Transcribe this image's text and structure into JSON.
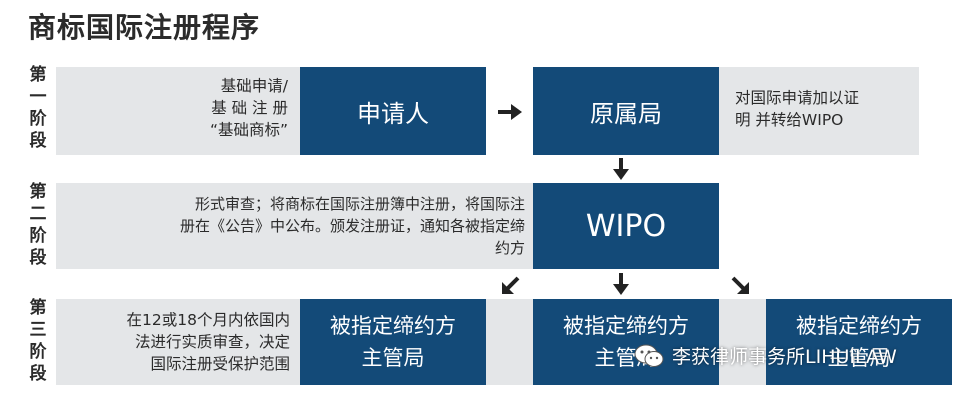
{
  "title": "商标国际注册程序",
  "stages": {
    "s1": [
      "第",
      "一",
      "阶",
      "段"
    ],
    "s2": [
      "第",
      "二",
      "阶",
      "段"
    ],
    "s3": [
      "第",
      "三",
      "阶",
      "段"
    ]
  },
  "row1": {
    "basic_lines": [
      "基础申请/",
      "基 础 注 册",
      "“基础商标”"
    ],
    "applicant": "申请人",
    "origin_office": "原属局",
    "certify_lines": [
      "对国际申请加以证",
      "明 并转给WIPO"
    ]
  },
  "row2": {
    "wipo_lines": [
      "形式审查；将商标在国际注册簿中注册，将国际注",
      "册在《公告》中公布。颁发注册证，通知各被指定缔",
      "约方"
    ],
    "wipo": "WIPO"
  },
  "row3": {
    "review_lines": [
      "在12或18个月内依国内",
      "法进行实质审查，决定",
      "国际注册受保护范围"
    ],
    "office1": [
      "被指定缔约方",
      "主管局"
    ],
    "office2": [
      "被指定缔约方",
      "主管局"
    ],
    "office3": [
      "被指定缔约方",
      "主管局"
    ]
  },
  "watermark": "李获律师事务所LIHUILAW",
  "colors": {
    "blue": "#134a78",
    "gray": "#e4e6e8",
    "text": "#2b2b2b"
  }
}
